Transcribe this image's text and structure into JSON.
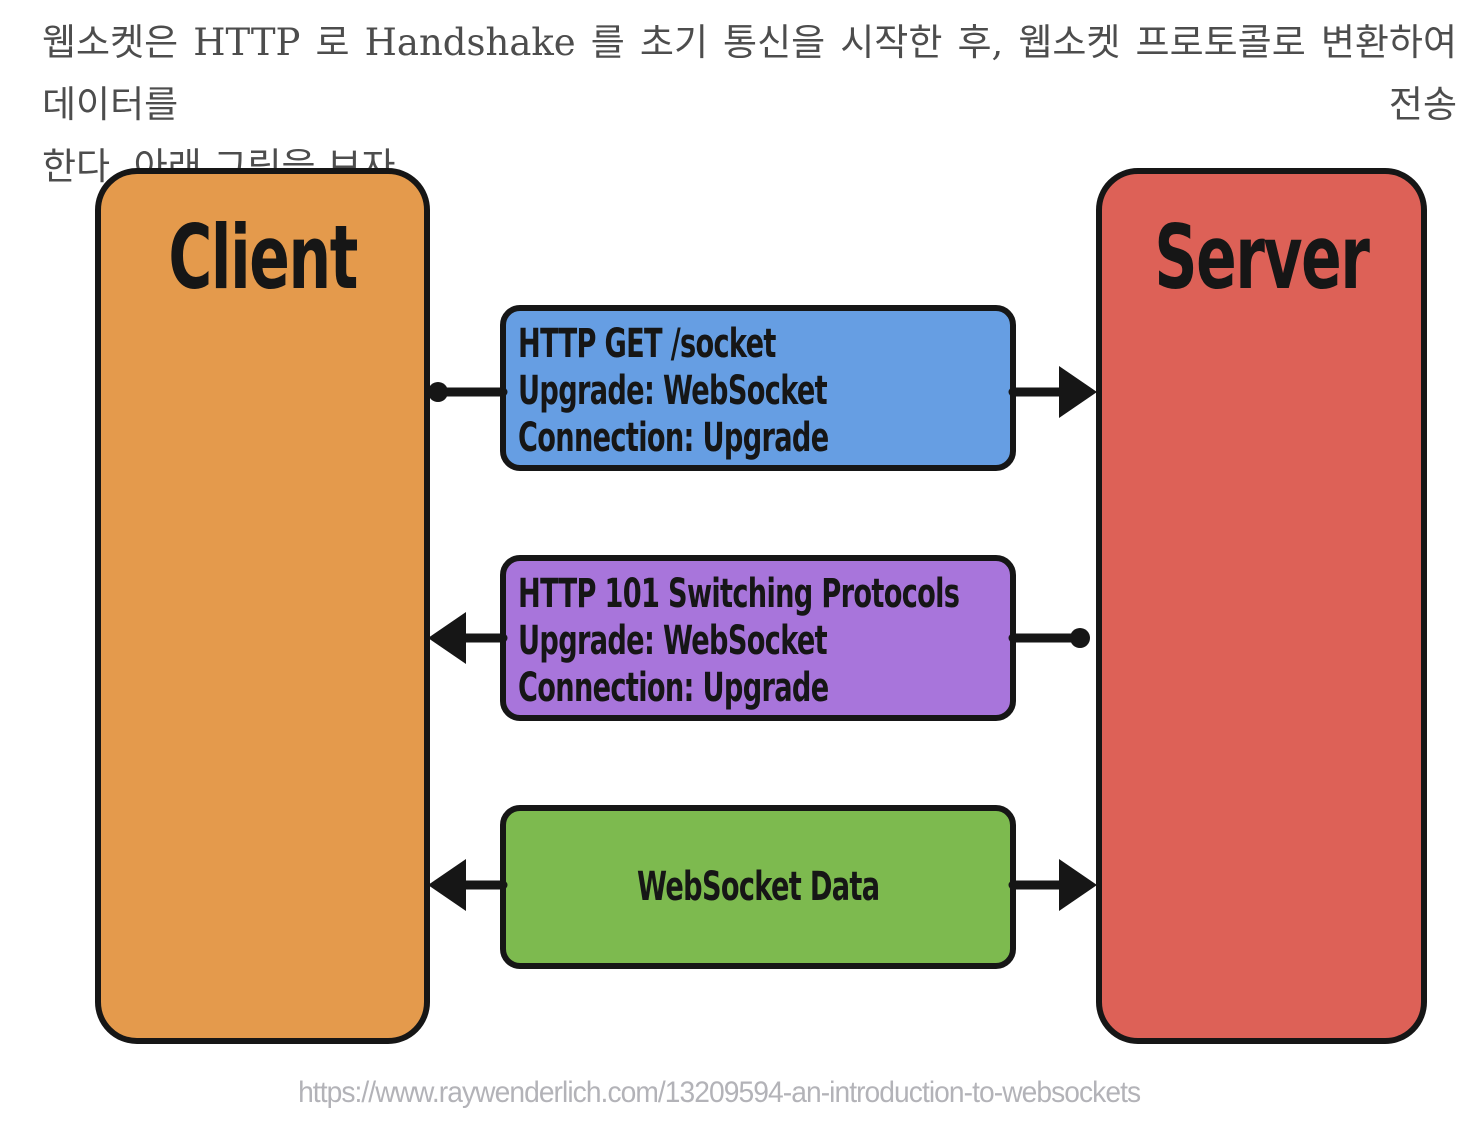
{
  "paragraph": {
    "line1": "웹소켓은 HTTP 로 Handshake 를 초기 통신을 시작한 후, 웹소켓 프로토콜로 변환하여 데이터를 전송",
    "line2": "한다. 아래 그림을 보자."
  },
  "diagram": {
    "client": {
      "label": "Client",
      "color": "#E49A4C"
    },
    "server": {
      "label": "Server",
      "color": "#DD6157"
    },
    "messages": [
      {
        "id": "http-get-upgrade-request",
        "color": "#669EE3",
        "direction": "client-to-server",
        "lines": [
          "HTTP GET /socket",
          "Upgrade: WebSocket",
          "Connection: Upgrade"
        ]
      },
      {
        "id": "http-101-switching-protocols",
        "color": "#A875DB",
        "direction": "server-to-client",
        "lines": [
          "HTTP 101 Switching Protocols",
          "Upgrade: WebSocket",
          "Connection: Upgrade"
        ]
      },
      {
        "id": "websocket-data",
        "color": "#7DBA4F",
        "direction": "bidirectional",
        "lines": [
          "WebSocket Data"
        ]
      }
    ],
    "stroke_color": "#161616"
  },
  "source_url": "https://www.raywenderlich.com/13209594-an-introduction-to-websockets"
}
